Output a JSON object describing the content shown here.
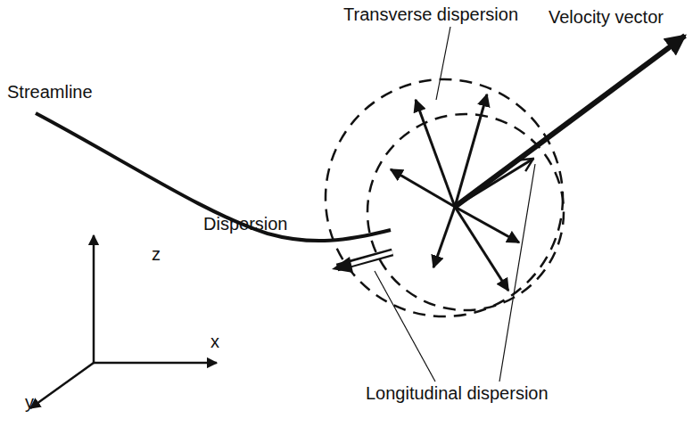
{
  "diagram": {
    "labels": [
      "Transverse dispersion",
      "Velocity vector",
      "Streamline",
      "Dispersion",
      "z",
      "x",
      "y",
      "Longitudinal dispersion"
    ]
  }
}
